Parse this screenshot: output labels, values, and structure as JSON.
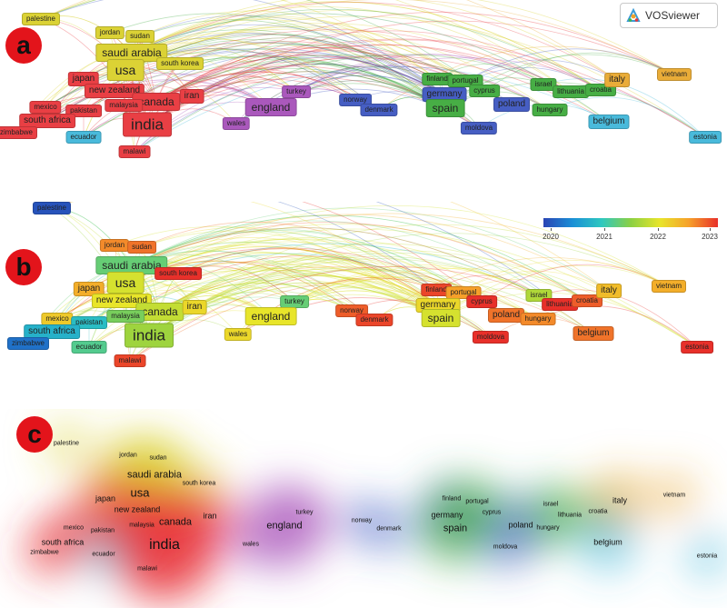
{
  "panels": [
    {
      "id": "a",
      "letter": "a"
    },
    {
      "id": "b",
      "letter": "b"
    },
    {
      "id": "c",
      "letter": "c"
    }
  ],
  "logo": {
    "text": "VOSviewer",
    "icon": "vosviewer-logo-icon"
  },
  "colorbar": {
    "ticks": [
      "2020",
      "2021",
      "2022",
      "2023"
    ]
  },
  "nodes": [
    {
      "label": "palestine",
      "cluster": "yellow",
      "year": 2020.1,
      "weight": 1
    },
    {
      "label": "jordan",
      "cluster": "yellow",
      "year": 2022.6,
      "weight": 1
    },
    {
      "label": "sudan",
      "cluster": "yellow",
      "year": 2022.7,
      "weight": 1
    },
    {
      "label": "saudi arabia",
      "cluster": "yellow",
      "year": 2021.3,
      "weight": 3
    },
    {
      "label": "usa",
      "cluster": "yellow",
      "year": 2021.9,
      "weight": 5
    },
    {
      "label": "south korea",
      "cluster": "yellow",
      "year": 2023.0,
      "weight": 1
    },
    {
      "label": "japan",
      "cluster": "red",
      "year": 2022.4,
      "weight": 2
    },
    {
      "label": "new zealand",
      "cluster": "red",
      "year": 2022.0,
      "weight": 2
    },
    {
      "label": "canada",
      "cluster": "red",
      "year": 2021.8,
      "weight": 3
    },
    {
      "label": "iran",
      "cluster": "red",
      "year": 2022.1,
      "weight": 2
    },
    {
      "label": "mexico",
      "cluster": "red",
      "year": 2022.2,
      "weight": 1
    },
    {
      "label": "pakistan",
      "cluster": "red",
      "year": 2020.9,
      "weight": 1
    },
    {
      "label": "malaysia",
      "cluster": "red",
      "year": 2021.4,
      "weight": 1
    },
    {
      "label": "india",
      "cluster": "red",
      "year": 2021.6,
      "weight": 6
    },
    {
      "label": "south africa",
      "cluster": "red",
      "year": 2020.8,
      "weight": 2
    },
    {
      "label": "zimbabwe",
      "cluster": "red",
      "year": 2020.3,
      "weight": 1
    },
    {
      "label": "ecuador",
      "cluster": "cyan",
      "year": 2021.2,
      "weight": 1
    },
    {
      "label": "malawi",
      "cluster": "red",
      "year": 2022.9,
      "weight": 1
    },
    {
      "label": "turkey",
      "cluster": "purple",
      "year": 2021.3,
      "weight": 1
    },
    {
      "label": "england",
      "cluster": "purple",
      "year": 2022.0,
      "weight": 4
    },
    {
      "label": "wales",
      "cluster": "purple",
      "year": 2022.1,
      "weight": 1
    },
    {
      "label": "norway",
      "cluster": "blue",
      "year": 2022.8,
      "weight": 1
    },
    {
      "label": "denmark",
      "cluster": "blue",
      "year": 2022.9,
      "weight": 1
    },
    {
      "label": "finland",
      "cluster": "green",
      "year": 2022.9,
      "weight": 1
    },
    {
      "label": "portugal",
      "cluster": "green",
      "year": 2022.5,
      "weight": 1
    },
    {
      "label": "germany",
      "cluster": "blue",
      "year": 2022.1,
      "weight": 2
    },
    {
      "label": "cyprus",
      "cluster": "green",
      "year": 2023.0,
      "weight": 1
    },
    {
      "label": "spain",
      "cluster": "green",
      "year": 2021.9,
      "weight": 3
    },
    {
      "label": "moldova",
      "cluster": "blue",
      "year": 2023.0,
      "weight": 1
    },
    {
      "label": "poland",
      "cluster": "blue",
      "year": 2022.7,
      "weight": 2
    },
    {
      "label": "israel",
      "cluster": "green",
      "year": 2021.7,
      "weight": 1
    },
    {
      "label": "lithuania",
      "cluster": "green",
      "year": 2023.0,
      "weight": 1
    },
    {
      "label": "hungary",
      "cluster": "green",
      "year": 2022.6,
      "weight": 1
    },
    {
      "label": "croatia",
      "cluster": "green",
      "year": 2022.8,
      "weight": 1
    },
    {
      "label": "italy",
      "cluster": "orange",
      "year": 2022.3,
      "weight": 2
    },
    {
      "label": "belgium",
      "cluster": "cyan",
      "year": 2022.7,
      "weight": 2
    },
    {
      "label": "vietnam",
      "cluster": "orange",
      "year": 2022.4,
      "weight": 1
    },
    {
      "label": "estonia",
      "cluster": "cyan",
      "year": 2023.0,
      "weight": 1
    }
  ],
  "clusterColors": {
    "red": "#e8353a",
    "yellow": "#d9d02a",
    "cyan": "#3fb6d9",
    "purple": "#a64fb8",
    "blue": "#3c55c0",
    "green": "#3daa3b",
    "orange": "#e8a82e"
  },
  "yearRange": [
    2020,
    2023
  ]
}
